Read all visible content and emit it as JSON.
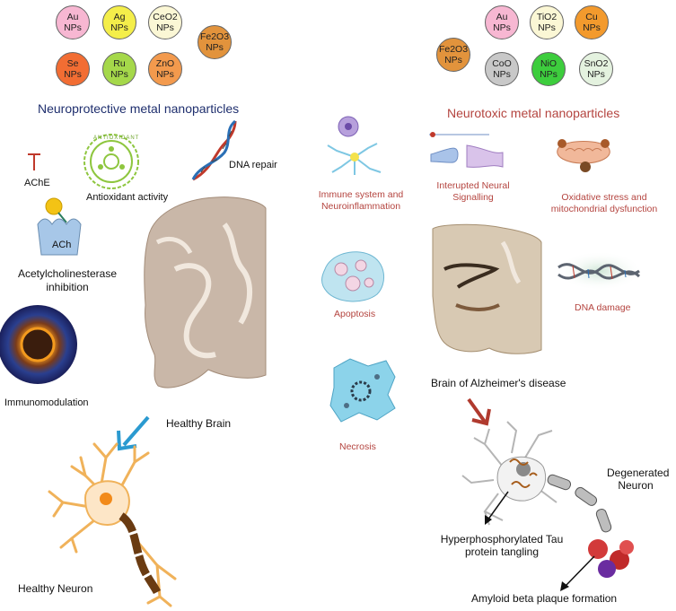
{
  "protective": {
    "title": "Neuroprotective metal nanoparticles",
    "title_color": "#1f2f6e",
    "particles": [
      {
        "l1": "Au",
        "l2": "NPs",
        "color": "#f7b7d2"
      },
      {
        "l1": "Ag",
        "l2": "NPs",
        "color": "#f4ee4a"
      },
      {
        "l1": "CeO2",
        "l2": "NPs",
        "color": "#fbf7d5"
      },
      {
        "l1": "Fe2O3",
        "l2": "NPs",
        "color": "#e2933c"
      },
      {
        "l1": "Se",
        "l2": "NPs",
        "color": "#f26d33"
      },
      {
        "l1": "Ru",
        "l2": "NPs",
        "color": "#a5d84a"
      },
      {
        "l1": "ZnO",
        "l2": "NPs",
        "color": "#f39a4d"
      }
    ],
    "ache": "AChE",
    "ach": "ACh",
    "antioxidant": "Antioxidant activity",
    "antioxidant_ring": "ANTIOXIDANT",
    "dna_repair": "DNA repair",
    "ache_inhibition": "Acetylcholinesterase inhibition",
    "immunomodulation": "Immunomodulation",
    "healthy_brain": "Healthy Brain",
    "healthy_neuron": "Healthy Neuron"
  },
  "toxic": {
    "title": "Neurotoxic metal nanoparticles",
    "title_color": "#b4443f",
    "particles": [
      {
        "l1": "Au",
        "l2": "NPs",
        "color": "#f7b7d2"
      },
      {
        "l1": "TiO2",
        "l2": "NPs",
        "color": "#fbf7d5"
      },
      {
        "l1": "Cu",
        "l2": "NPs",
        "color": "#f39a2d"
      },
      {
        "l1": "Fe2O3",
        "l2": "NPs",
        "color": "#e2933c"
      },
      {
        "l1": "CoO",
        "l2": "NPs",
        "color": "#c8c8c8"
      },
      {
        "l1": "NiO",
        "l2": "NPs",
        "color": "#3dcd3d"
      },
      {
        "l1": "SnO2",
        "l2": "NPs",
        "color": "#e4f2df"
      }
    ],
    "immune": "Immune system and Neuroinflammation",
    "signalling": "Interupted Neural Signalling",
    "oxidative": "Oxidative stress and mitochondrial dysfunction",
    "apoptosis": "Apoptosis",
    "dna_damage": "DNA damage",
    "necrosis": "Necrosis",
    "ad_brain": "Brain of Alzheimer's disease",
    "degenerated": "Degenerated Neuron",
    "tau": "Hyperphosphorylated Tau protein tangling",
    "amyloid": "Amyloid beta plaque formation"
  }
}
